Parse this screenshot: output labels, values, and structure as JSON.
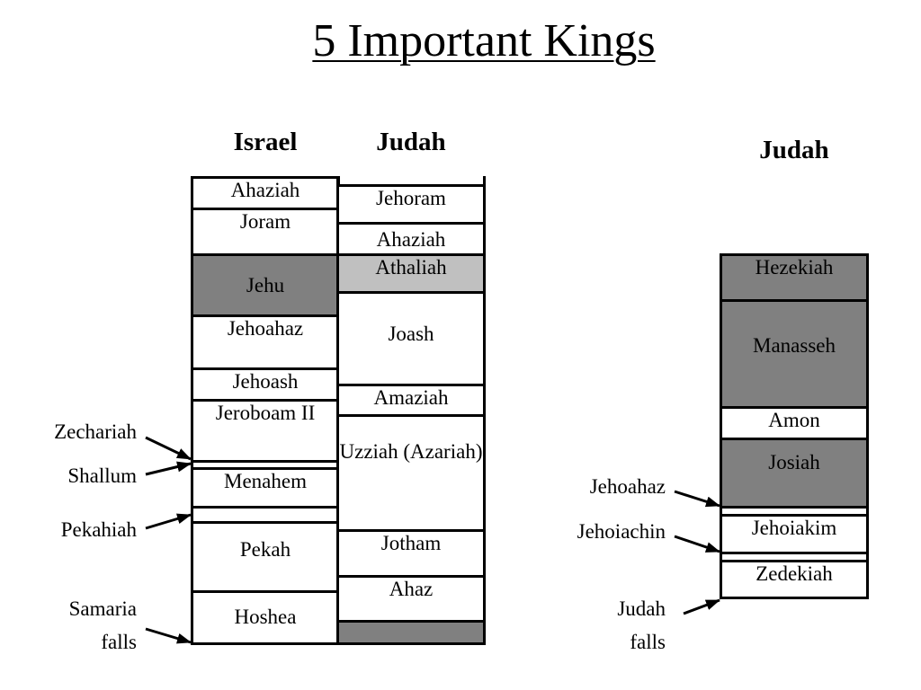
{
  "title": "5 Important Kings",
  "headers": {
    "israel": "Israel",
    "judah_early": "Judah",
    "judah_late": "Judah"
  },
  "israel": [
    {
      "name": "Ahaziah"
    },
    {
      "name": "Joram"
    },
    {
      "name": "Jehu",
      "shade": "dark"
    },
    {
      "name": "Jehoahaz"
    },
    {
      "name": "Jehoash"
    },
    {
      "name": "Jeroboam II"
    },
    {
      "name": ""
    },
    {
      "name": "Menahem"
    },
    {
      "name": ""
    },
    {
      "name": "Pekah"
    },
    {
      "name": "Hoshea"
    }
  ],
  "judah_early": [
    {
      "name": "Jehoram"
    },
    {
      "name": "Ahaziah"
    },
    {
      "name": "Athaliah",
      "shade": "light"
    },
    {
      "name": "Joash"
    },
    {
      "name": "Amaziah"
    },
    {
      "name": "Uzziah (Azariah)"
    },
    {
      "name": "Jotham"
    },
    {
      "name": "Ahaz"
    },
    {
      "name": "",
      "shade": "dark"
    }
  ],
  "judah_late": [
    {
      "name": "Hezekiah",
      "shade": "dark"
    },
    {
      "name": "Manasseh",
      "shade": "dark"
    },
    {
      "name": "Amon"
    },
    {
      "name": "Josiah",
      "shade": "dark"
    },
    {
      "name": ""
    },
    {
      "name": "Jehoiakim"
    },
    {
      "name": ""
    },
    {
      "name": "Zedekiah"
    }
  ],
  "annotations": {
    "zechariah": "Zechariah",
    "shallum": "Shallum",
    "pekahiah": "Pekahiah",
    "samaria_falls_1": "Samaria",
    "samaria_falls_2": "falls",
    "jehoahaz": "Jehoahaz",
    "jehoiachin": "Jehoiachin",
    "judah_falls_1": "Judah",
    "judah_falls_2": "falls"
  },
  "colors": {
    "dark": "#808080",
    "light": "#c0c0c0",
    "line": "#000000"
  }
}
